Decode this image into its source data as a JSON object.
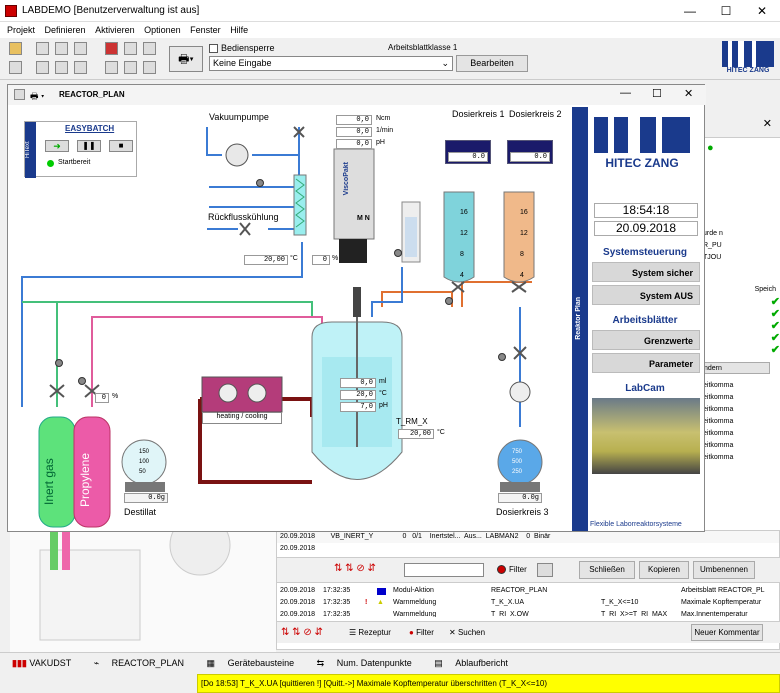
{
  "app": {
    "title": "LABDEMO  [Benutzerverwaltung ist aus]"
  },
  "menu": [
    "Projekt",
    "Definieren",
    "Aktivieren",
    "Optionen",
    "Fenster",
    "Hilfe"
  ],
  "toolbar": {
    "bediensperre": "Bediensperre",
    "class_label": "Arbeitsblattklasse 1",
    "input": "Keine Eingabe",
    "bearbeiten": "Bearbeiten"
  },
  "child": {
    "title": "REACTOR_PLAN"
  },
  "easybatch": {
    "side": "HiText",
    "title": "EASYBATCH",
    "status": "Startbereit"
  },
  "plan": {
    "vakuumpumpe": "Vakuumpumpe",
    "rueckfluss": "Rückflusskühlung",
    "ncm_val": "0,0",
    "ncm_unit": "Ncm",
    "rpm_val": "0,0",
    "rpm_unit": "1/min",
    "ph_val": "0,0",
    "ph_unit": "pH",
    "viscopakt": "ViscoPakt",
    "mn": "M N",
    "temp1_val": "20,00",
    "temp1_unit": "°C",
    "pct1_val": "0",
    "pct1_unit": "%",
    "dos1": "Dosierkreis 1",
    "dos2": "Dosierkreis 2",
    "dos1_val": "0.0",
    "dos2_val": "0.0",
    "scale": [
      "16",
      "12",
      "8",
      "4"
    ],
    "ml_val": "0,0",
    "ml_unit": "ml",
    "c_val": "20,0",
    "c_unit": "°C",
    "ph2_val": "7,0",
    "ph2_unit": "pH",
    "trm": "T_RM_X",
    "trm_val": "20,00",
    "trm_unit": "°C",
    "heat": "heating / cooling",
    "pct2_val": "0",
    "pct2_unit": "%",
    "gas1": "Inert gas",
    "gas2": "Propylene",
    "dest_scale": [
      "150",
      "100",
      "50"
    ],
    "dest_val": "0.0g",
    "dest": "Destillat",
    "dos3_scale": [
      "750",
      "500",
      "250"
    ],
    "dos3_val": "0.0g",
    "dos3": "Dosierkreis 3"
  },
  "side": {
    "brand": "HITEC ZANG",
    "time": "18:54:18",
    "date": "20.09.2018",
    "sys_head": "Systemsteuerung",
    "sys_sicher": "System sicher",
    "sys_aus": "System AUS",
    "ab_head": "Arbeitsblätter",
    "grenz": "Grenzwerte",
    "param": "Parameter",
    "labcam": "LabCam",
    "footer": "Flexible Laborreaktorsysteme",
    "vert": "Reaktor Plan"
  },
  "rlist": {
    "frag": [
      "urde n",
      "R_PU",
      "TJOU",
      "Speich",
      "ndern",
      "eitkomma",
      "eitkomma",
      "eitkomma",
      "eitkomma",
      "eitkomma",
      "eitkomma",
      "eitkomma"
    ]
  },
  "log": {
    "top_rows": [
      [
        "20.09.2018",
        "",
        "VB_INERT_Y",
        "0",
        "0/1",
        "Inertstel...",
        "Aus...",
        "LABMAN2",
        "0",
        "Binär"
      ],
      [
        "20.09.2018",
        "",
        "",
        "",
        "",
        "",
        "",
        "",
        "",
        ""
      ]
    ],
    "filter": "Filter",
    "schliessen": "Schließen",
    "kopieren": "Kopieren",
    "umbenennen": "Umbenennen",
    "rows": [
      [
        "20.09.2018",
        "17:32:35",
        "Modul-Aktion",
        "REACTOR_PLAN",
        "",
        "Arbeitsblatt REACTOR_PL"
      ],
      [
        "20.09.2018",
        "17:32:35",
        "Warnmeldung",
        "T_K_X.UA",
        "T_K_X<=10",
        "Maximale Kopftemperatur"
      ],
      [
        "20.09.2018",
        "17:32:35",
        "Warnmeldung",
        "T_RI_X.OW",
        "T_RI_X>=T_RI_MAX",
        "Max.Innentemperatur"
      ]
    ],
    "rezeptur": "Rezeptur",
    "filter2": "Filter",
    "suchen": "Suchen",
    "neuer": "Neuer Kommentar"
  },
  "taskbar": [
    "VAKUDST",
    "REACTOR_PLAN",
    "Gerätebausteine",
    "Num. Datenpunkte",
    "Ablaufbericht"
  ],
  "status": "[Do 18:53] T_K_X.UA  [quittieren !]  [Quitt.->]  Maximale Kopftemperatur überschritten (T_K_X<=10)"
}
